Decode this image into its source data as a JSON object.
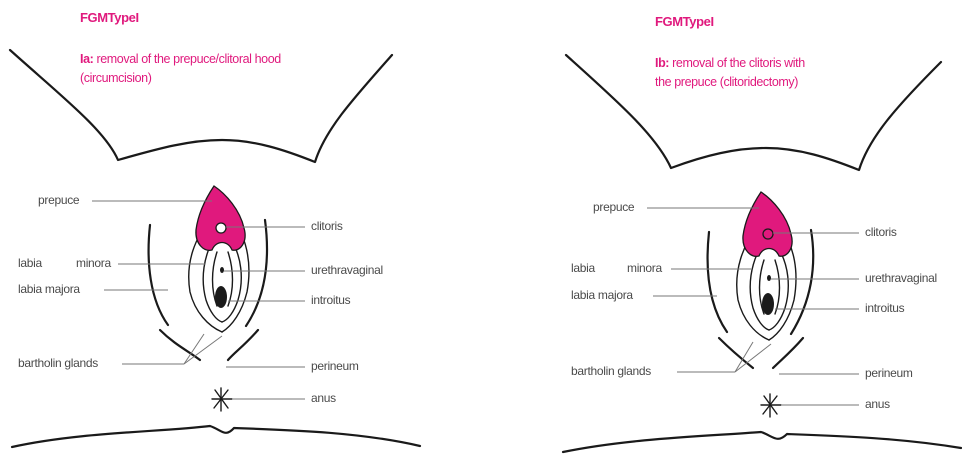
{
  "colors": {
    "accent": "#e0197d",
    "label": "#4a4a4a",
    "line": "#1a1a1a",
    "leader": "#777777"
  },
  "panels": [
    {
      "title": "FGMTypeI",
      "desc_code": "Ia:",
      "desc_line1": "removal of the prepuce/clitoral hood",
      "desc_line2": "(circumcision)",
      "clitoris_removed": false,
      "labels": {
        "prepuce": "prepuce",
        "clitoris": "clitoris",
        "labia": "labia",
        "minora": "minora",
        "labia_majora": "labia majora",
        "urethra": "urethravaginal",
        "introitus": "introitus",
        "bartholin": "bartholin glands",
        "perineum": "perineum",
        "anus": "anus"
      }
    },
    {
      "title": "FGMTypeI",
      "desc_code": "Ib:",
      "desc_line1": "removal of the clitoris with",
      "desc_line2": "the prepuce (clitoridectomy)",
      "clitoris_removed": true,
      "labels": {
        "prepuce": "prepuce",
        "clitoris": "clitoris",
        "labia": "labia",
        "minora": "minora",
        "labia_majora": "labia majora",
        "urethra": "urethravaginal",
        "introitus": "introitus",
        "bartholin": "bartholin glands",
        "perineum": "perineum",
        "anus": "anus"
      }
    }
  ]
}
